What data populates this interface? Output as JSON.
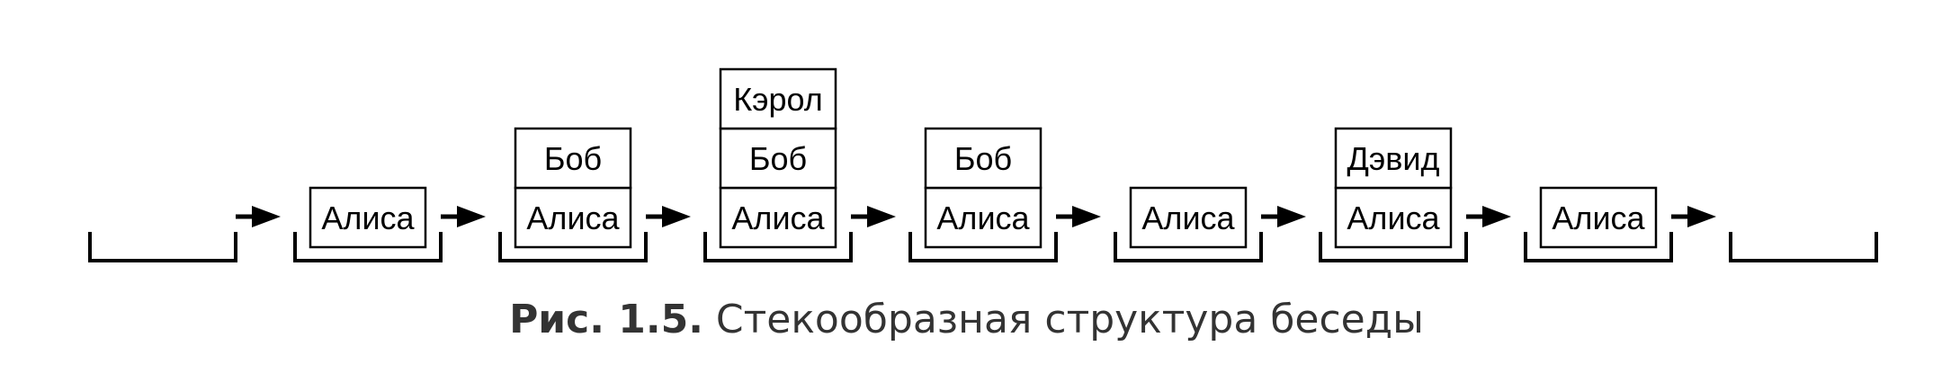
{
  "stacks": [
    [],
    [
      "Алиса"
    ],
    [
      "Алиса",
      "Боб"
    ],
    [
      "Алиса",
      "Боб",
      "Кэрол"
    ],
    [
      "Алиса",
      "Боб"
    ],
    [
      "Алиса"
    ],
    [
      "Алиса",
      "Дэвид"
    ],
    [
      "Алиса"
    ],
    []
  ],
  "caption": {
    "label": "Рис. 1.5.",
    "text": "Стекообразная структура беседы"
  },
  "colors": {
    "ink": "#000000",
    "caption": "#333333"
  }
}
